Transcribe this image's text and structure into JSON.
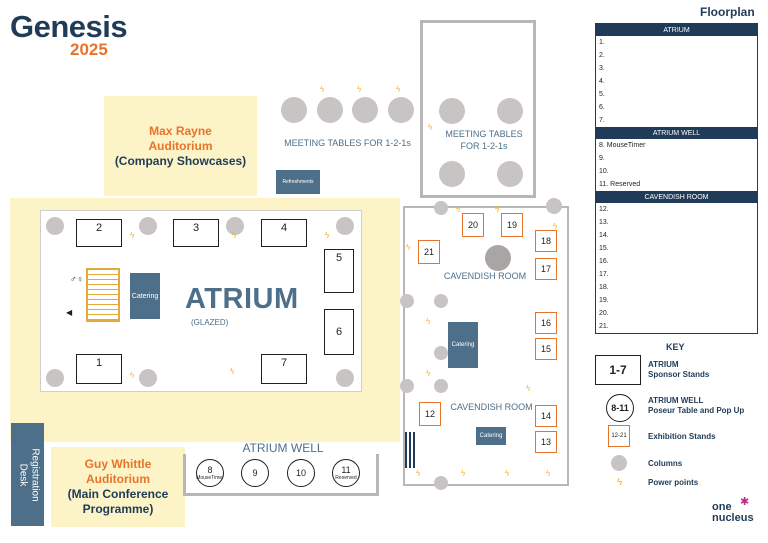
{
  "logo": {
    "brand": "Genesis",
    "year": "2025",
    "partner": "one nucleus"
  },
  "page_title": "Floorplan",
  "rooms": {
    "max_rayne": {
      "line1": "Max Rayne",
      "line2": "Auditorium",
      "line3": "(Company Showcases)"
    },
    "guy_whittle": {
      "line1": "Guy Whittle",
      "line2": "Auditorium",
      "line3": "(Main Conference",
      "line4": "Programme)"
    },
    "meeting_left": "MEETING TABLES FOR 1-2-1s",
    "meeting_right_l1": "MEETING TABLES",
    "meeting_right_l2": "FOR 1-2-1s",
    "atrium": "ATRIUM",
    "atrium_sub": "(GLAZED)",
    "atrium_well": "ATRIUM WELL",
    "cavendish_top": "CAVENDISH ROOM",
    "cavendish_bottom": "CAVENDISH ROOM",
    "registration_l1": "Registration",
    "registration_l2": "Desk"
  },
  "labels": {
    "catering": "Catering",
    "refreshments": "Refreshments"
  },
  "stands": {
    "s1": "1",
    "s2": "2",
    "s3": "3",
    "s4": "4",
    "s5": "5",
    "s6": "6",
    "s7": "7",
    "e12": "12",
    "e13": "13",
    "e14": "14",
    "e15": "15",
    "e16": "16",
    "e17": "17",
    "e18": "18",
    "e19": "19",
    "e20": "20",
    "e21": "21"
  },
  "poseurs": {
    "p8": {
      "num": "8",
      "sub": "MouseTimer"
    },
    "p9": {
      "num": "9"
    },
    "p10": {
      "num": "10"
    },
    "p11": {
      "num": "11",
      "sub": "Reserved"
    }
  },
  "sidebar": {
    "atrium_head": "ATRIUM",
    "atrium_rows": [
      "1.",
      "2.",
      "3.",
      "4.",
      "5.",
      "6.",
      "7."
    ],
    "well_head": "ATRIUM WELL",
    "well_rows": [
      "8.  MouseTimer",
      "9.",
      "10.",
      "11.  Reserved"
    ],
    "cav_head": "CAVENDISH ROOM",
    "cav_rows": [
      "12.",
      "13.",
      "14.",
      "15.",
      "16.",
      "17.",
      "18.",
      "19.",
      "20.",
      "21."
    ]
  },
  "key": {
    "title": "KEY",
    "sponsor_sym": "1-7",
    "sponsor_l1": "ATRIUM",
    "sponsor_l2": "Sponsor Stands",
    "poseur_sym": "8-11",
    "poseur_l1": "ATRIUM WELL",
    "poseur_l2": "Poseur Table and Pop Up",
    "exh_sym": "12-21",
    "exh_label": "Exhibition Stands",
    "columns_label": "Columns",
    "power_label": "Power points"
  },
  "colors": {
    "navy": "#1f3b57",
    "orange": "#e8742c",
    "yellow": "#fcf3c7",
    "steel": "#4d6f89",
    "column": "#c9c4c4"
  }
}
